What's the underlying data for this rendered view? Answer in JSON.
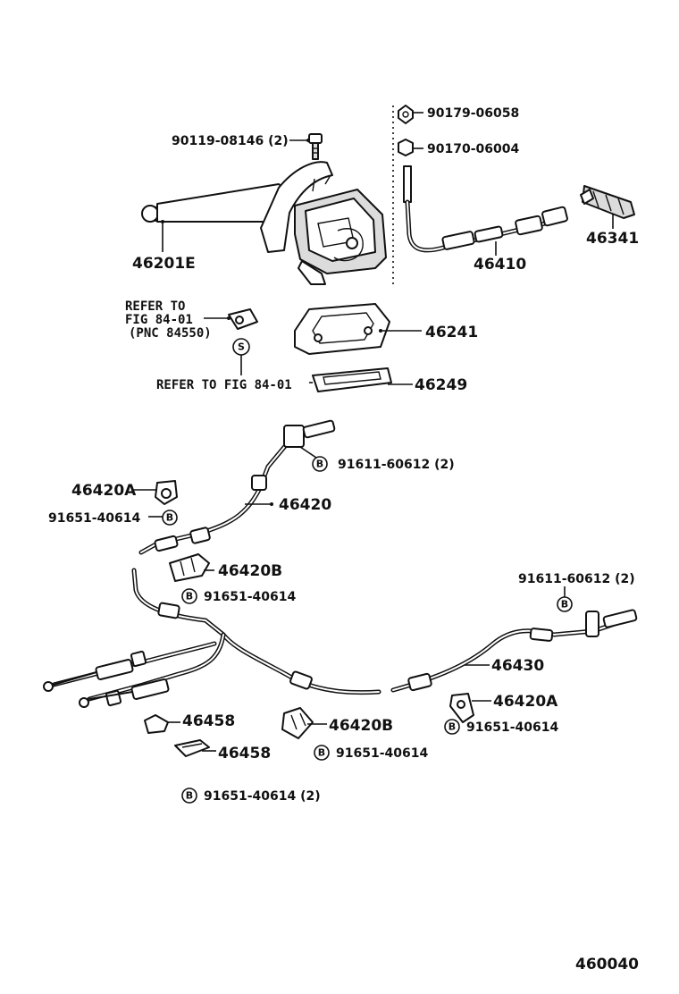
{
  "diagram_id": "460040",
  "labels": {
    "p90119": "90119-08146 (2)",
    "p90179": "90179-06058",
    "p90170": "90170-06004",
    "p46201e": "46201E",
    "p46410": "46410",
    "p46341": "46341",
    "refer_to": "REFER TO",
    "fig8401": "FIG 84-01",
    "pnc84550": "(PNC 84550)",
    "p46241": "46241",
    "refer_fig": "REFER TO FIG 84-01",
    "p46249": "46249",
    "p91611a": "91611-60612 (2)",
    "p46420a_l": "46420A",
    "p91651a": "91651-40614",
    "p46420": "46420",
    "p46420b_1": "46420B",
    "p91651b": "91651-40614",
    "p91611b": "91611-60612 (2)",
    "p46430": "46430",
    "p46420a_r": "46420A",
    "p91651c": "91651-40614",
    "p46458_1": "46458",
    "p46458_2": "46458",
    "p46420b_2": "46420B",
    "p91651d": "91651-40614",
    "p91651e": "91651-40614 (2)"
  },
  "badges": {
    "s": "S",
    "b": "B"
  }
}
